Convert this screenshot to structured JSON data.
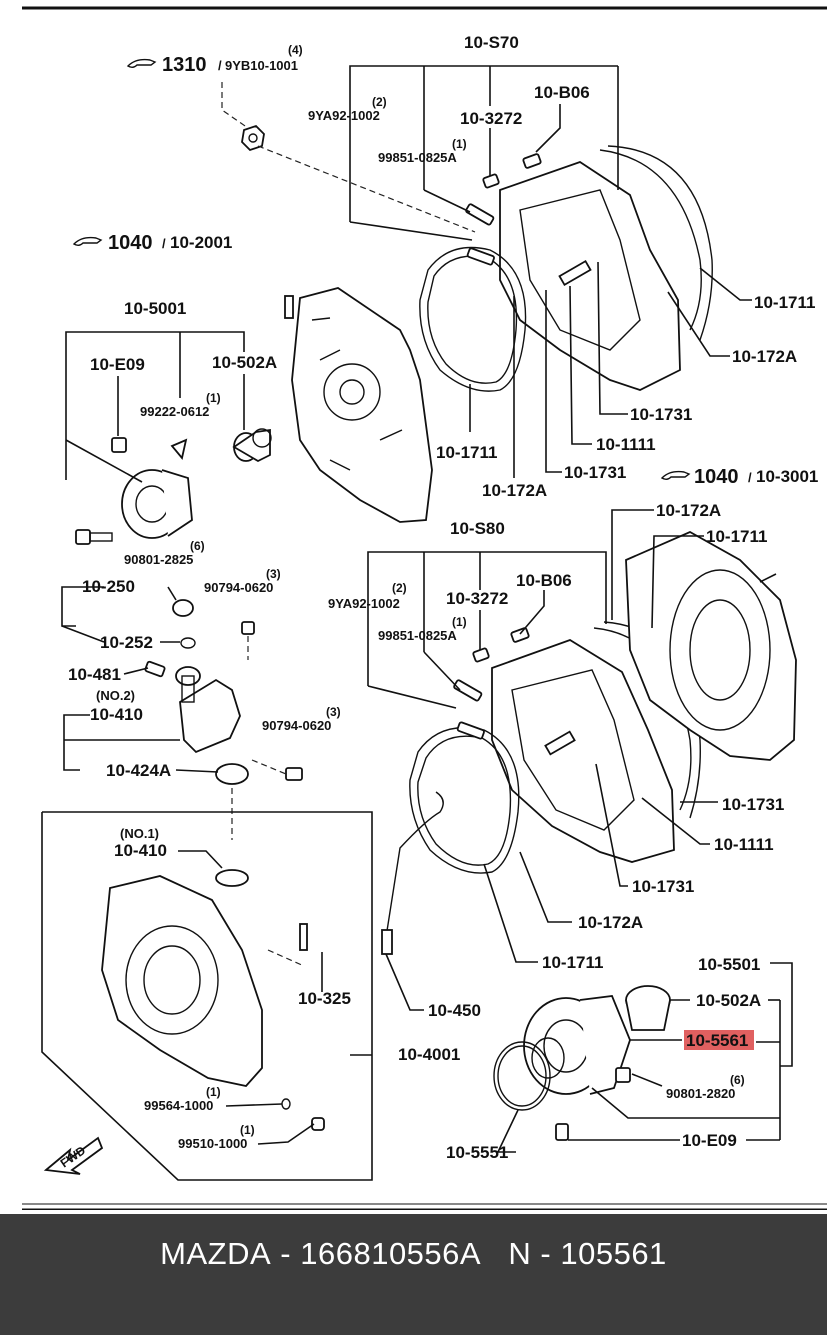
{
  "diagram": {
    "ref_top": {
      "number": "1310",
      "code": "9YB10-1001",
      "qty": "(4)"
    },
    "ref_front": {
      "number": "1040",
      "code": "10-2001"
    },
    "ref_rear": {
      "number": "1040",
      "code": "10-3001"
    },
    "labels": {
      "s70": "10-S70",
      "s80": "10-S80",
      "b06_a": "10-B06",
      "b06_b": "10-B06",
      "p3272_a": "10-3272",
      "p3272_b": "10-3272",
      "yA92_a": "9YA92-1002",
      "yA92_a_qty": "(2)",
      "yA92_b": "9YA92-1002",
      "yA92_b_qty": "(2)",
      "p99851_a": "99851-0825A",
      "p99851_a_qty": "(1)",
      "p99851_b": "99851-0825A",
      "p99851_b_qty": "(1)",
      "p1711_a": "10-1711",
      "p1711_b": "10-1711",
      "p1711_c": "10-1711",
      "p1711_d": "10-1711",
      "p172a_a": "10-172A",
      "p172a_b": "10-172A",
      "p172a_c": "10-172A",
      "p172a_d": "10-172A",
      "p1731_a": "10-1731",
      "p1731_b": "10-1731",
      "p1731_c": "10-1731",
      "p1731_d": "10-1731",
      "p1111_a": "10-1111",
      "p1111_b": "10-1111",
      "p5001": "10-5001",
      "e09_a": "10-E09",
      "p502a_a": "10-502A",
      "p99222": "99222-0612",
      "p99222_qty": "(1)",
      "p90801_a": "90801-2825",
      "p90801_a_qty": "(6)",
      "p250": "10-250",
      "p252": "10-252",
      "p90794_a": "90794-0620",
      "p90794_a_qty": "(3)",
      "p481": "10-481",
      "no2": "(NO.2)",
      "p410_a": "10-410",
      "p90794_b": "90794-0620",
      "p90794_b_qty": "(3)",
      "p424a": "10-424A",
      "no1": "(NO.1)",
      "p410_b": "10-410",
      "p325": "10-325",
      "p4001": "10-4001",
      "p450": "10-450",
      "p99564": "99564-1000",
      "p99564_qty": "(1)",
      "p99510": "99510-1000",
      "p99510_qty": "(1)",
      "fwd": "FWD",
      "p5501": "10-5501",
      "p502a_b": "10-502A",
      "p5561": "10-5561",
      "p90801_b": "90801-2820",
      "p90801_b_qty": "(6)",
      "p5551": "10-5551",
      "e09_b": "10-E09"
    },
    "highlight_color": "#e06060"
  },
  "footer": {
    "brand": "MAZDA",
    "part_number": "166810556A",
    "ref": "N - 105561",
    "background": "#3c3c3c"
  }
}
